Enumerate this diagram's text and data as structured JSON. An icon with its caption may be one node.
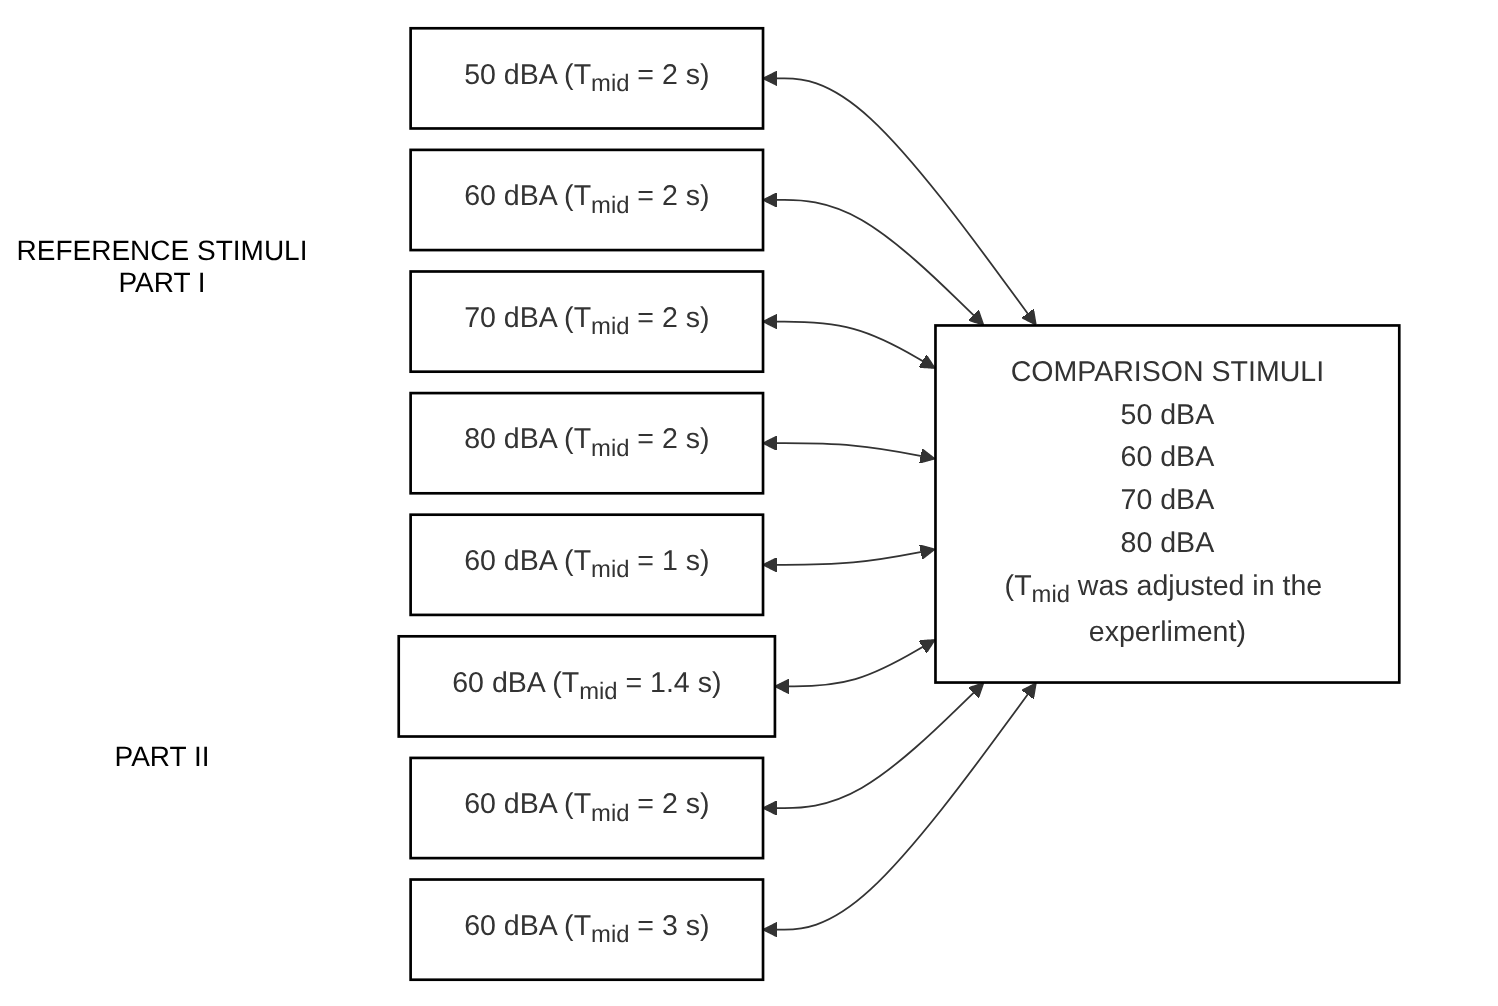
{
  "diagram": {
    "nodes": [
      {
        "text": [
          "50 dBA (T$_{mid}$ = 2 s)"
        ]
      },
      {
        "text": [
          "60 dBA (T$_{mid}$ = 2 s)"
        ]
      },
      {
        "text": [
          "70 dBA (T$_{mid}$ = 2 s)"
        ]
      },
      {
        "text": [
          "80 dBA (T$_{mid}$ = 2 s)"
        ]
      },
      {
        "text": [
          "60 dBA (T$_{mid}$ = 1 s)"
        ]
      },
      {
        "text": [
          "60 dBA (T$_{mid}$ = 1.4 s)"
        ]
      },
      {
        "text": [
          "60 dBA (T$_{mid}$ = 2 s)"
        ]
      },
      {
        "text": [
          "60 dBA (T$_{mid}$ = 3 s)"
        ]
      },
      {
        "text": [
          "COMPARISON STIMULI",
          "50 dBA",
          "60 dBA",
          "70 dBA",
          "80 dBA",
          "(T$_{mid}$ was adjusted in the experliment)"
        ]
      }
    ],
    "edges": [
      {
        "from": 8,
        "to": 0,
        "arrow": "both"
      },
      {
        "from": 8,
        "to": 1,
        "arrow": "both"
      },
      {
        "from": 8,
        "to": 2,
        "arrow": "both"
      },
      {
        "from": 8,
        "to": 3,
        "arrow": "both"
      },
      {
        "from": 8,
        "to": 4,
        "arrow": "both"
      },
      {
        "from": 8,
        "to": 5,
        "arrow": "both"
      },
      {
        "from": 8,
        "to": 6,
        "arrow": "both"
      },
      {
        "from": 8,
        "to": 7,
        "arrow": "both"
      }
    ],
    "labels": [
      "REFERENCE STIMULI PART I",
      "PART II"
    ]
  }
}
